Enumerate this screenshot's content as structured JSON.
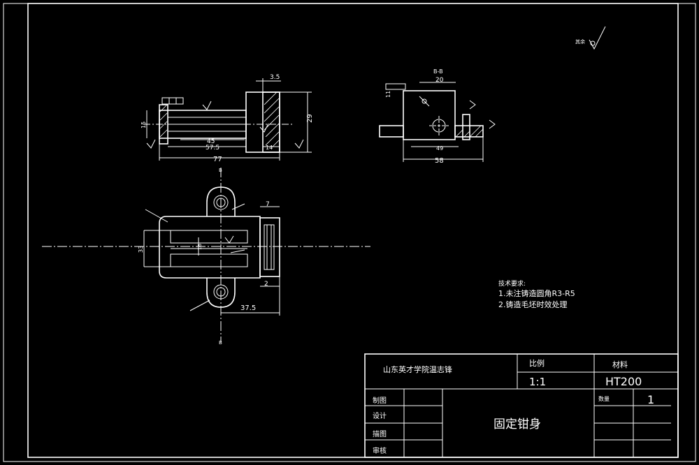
{
  "drawing": {
    "roughness_note": "其余",
    "dims_top": {
      "d35": "3.5",
      "d29": "29",
      "d45": "45",
      "d575": "57.5",
      "d14": "14",
      "d77": "77",
      "d15": "15"
    },
    "section_view": {
      "label": "B-B",
      "d20": "20",
      "d58": "58",
      "d11": "11",
      "d49": "49"
    },
    "plan_view": {
      "d7": "7",
      "d2": "2",
      "d375": "37.5",
      "d33": "33",
      "d16": "16",
      "axis_label_top": "B",
      "axis_label_bottom": "B"
    },
    "tech_requirements": {
      "title": "技术要求:",
      "line1": "1.未注铸造圆角R3-R5",
      "line2": "2.铸造毛坯时效处理"
    }
  },
  "title_block": {
    "school": "山东英才学院温志锋",
    "scale_label": "比例",
    "scale_value": "1:1",
    "material_label": "材料",
    "material_value": "HT200",
    "row_draw": "制图",
    "row_design": "设计",
    "row_trace": "描图",
    "row_check": "审核",
    "part_name": "固定钳身",
    "quantity_label": "数量",
    "quantity_value": "1"
  }
}
